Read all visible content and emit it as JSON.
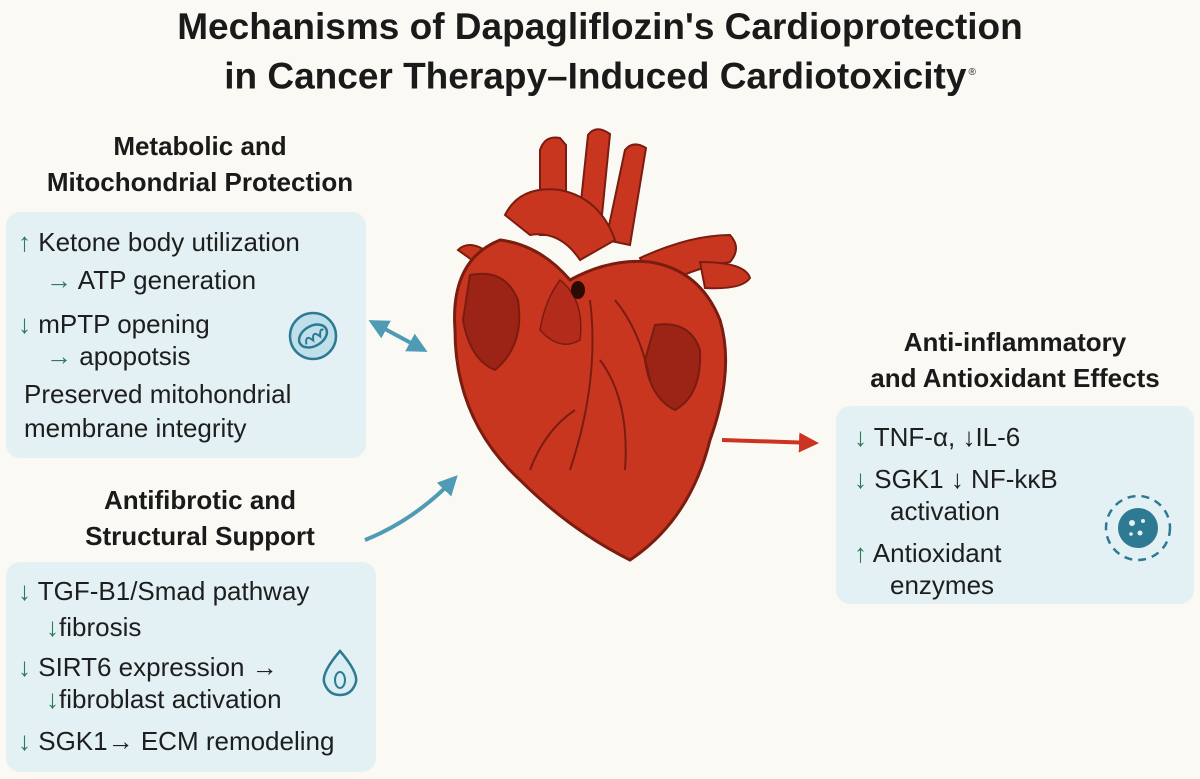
{
  "title": {
    "line1": "Mechanisms of Dapagliflozin's Cardioprotection",
    "line2": "in Cancer Therapy–Induced Cardiotoxicity",
    "mark": "®"
  },
  "sections": {
    "metabolic": {
      "heading_line1": "Metabolic and",
      "heading_line2": "Mitochondrial Protection",
      "lines": [
        {
          "arrow": "↑",
          "text": "Ketone body utilization"
        },
        {
          "arrow": "→",
          "text": "ATP generation"
        },
        {
          "arrow": "↓",
          "text": "mPTP opening"
        },
        {
          "arrow": "→",
          "text": "apopotsis"
        },
        {
          "arrow": "",
          "text": "Preserved mitohondrial"
        },
        {
          "arrow": "",
          "text": "membrane integrity"
        }
      ],
      "icon": "mitochondria-icon"
    },
    "antifibrotic": {
      "heading_line1": "Antifibrotic and",
      "heading_line2": "Structural Support",
      "lines": [
        {
          "arrow": "↓",
          "text": "TGF-B1/Smad pathway"
        },
        {
          "arrow": "↓",
          "text": "fibrosis"
        },
        {
          "arrow": "↓",
          "text": "SIRT6 expression →"
        },
        {
          "arrow": "↓",
          "text": "fibroblast activation"
        },
        {
          "arrow": "↓",
          "text": "SGK1→ ECM remodeling"
        }
      ],
      "icon": "fibroblast-cell-icon"
    },
    "inflammatory": {
      "heading_line1": "Anti-inflammatory",
      "heading_line2": "and Antioxidant Effects",
      "lines": [
        {
          "arrow": "↓",
          "text": "TNF-α, ↓IL-6"
        },
        {
          "arrow": "↓",
          "text": "SGK1 ↓ NF-kκB"
        },
        {
          "arrow": "",
          "text": "activation"
        },
        {
          "arrow": "↑",
          "text": "Antioxidant"
        },
        {
          "arrow": "",
          "text": "enzymes"
        }
      ],
      "icon": "cell-dots-icon"
    }
  },
  "colors": {
    "panel": "#e3f1f4",
    "heart": "#c9361f",
    "heart_dark": "#9b2417",
    "arrow_blue": "#4f9bb5",
    "arrow_red": "#cc3322",
    "accent_green": "#2f7a5a"
  },
  "heart_icon": "anatomical-heart-icon"
}
